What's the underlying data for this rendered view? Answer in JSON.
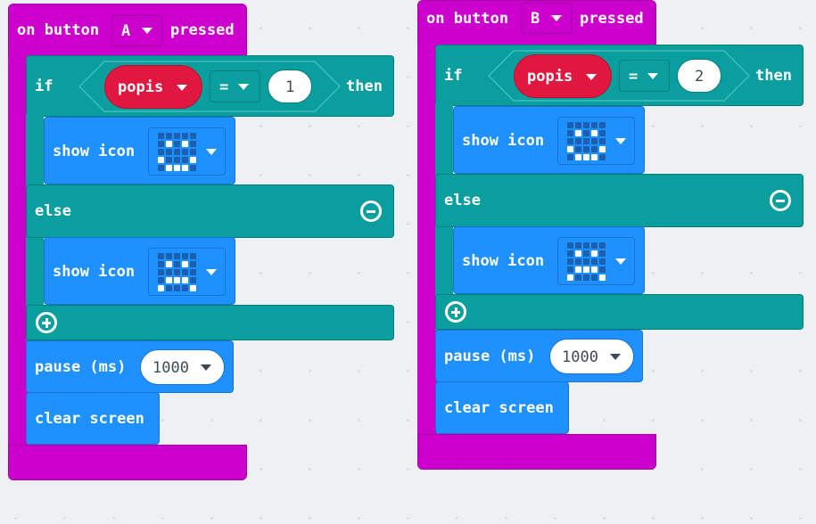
{
  "blocks": [
    {
      "event_prefix": "on button",
      "button": "A",
      "event_suffix": "pressed",
      "if_label": "if",
      "variable": "popis",
      "operator": "=",
      "compare_value": "1",
      "then_label": "then",
      "show_icon_label": "show icon",
      "else_label": "else",
      "pause_label": "pause (ms)",
      "pause_value": "1000",
      "clear_label": "clear screen"
    },
    {
      "event_prefix": "on button",
      "button": "B",
      "event_suffix": "pressed",
      "if_label": "if",
      "variable": "popis",
      "operator": "=",
      "compare_value": "2",
      "then_label": "then",
      "show_icon_label": "show icon",
      "else_label": "else",
      "pause_label": "pause (ms)",
      "pause_value": "1000",
      "clear_label": "clear screen"
    }
  ],
  "icons": {
    "happy": [
      0,
      0,
      0,
      0,
      0,
      0,
      1,
      0,
      1,
      0,
      0,
      0,
      0,
      0,
      0,
      1,
      0,
      0,
      0,
      1,
      0,
      1,
      1,
      1,
      0
    ],
    "sad": [
      0,
      0,
      0,
      0,
      0,
      0,
      1,
      0,
      1,
      0,
      0,
      0,
      0,
      0,
      0,
      0,
      1,
      1,
      1,
      0,
      1,
      0,
      0,
      0,
      1
    ]
  },
  "colors": {
    "event": "#cc00cc",
    "logic": "#0b9e9e",
    "basic": "#1e90ff",
    "variable": "#e0173f",
    "workspace": "#eef1f4"
  }
}
